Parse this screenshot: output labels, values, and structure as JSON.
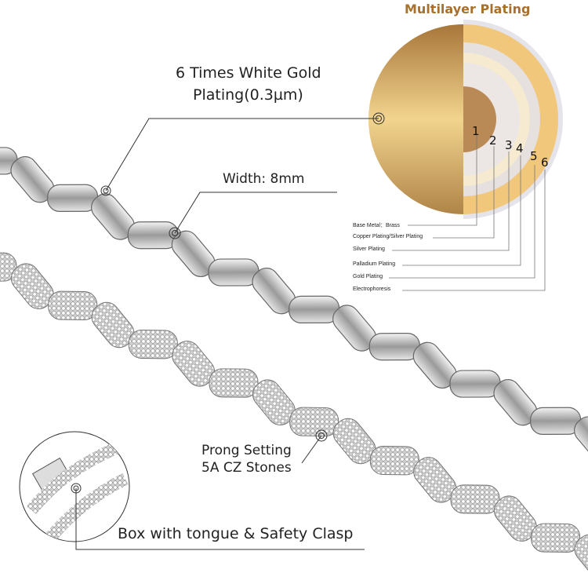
{
  "title": "Multilayer Plating",
  "callouts": {
    "plating_line1": "6 Times White Gold",
    "plating_line2": "Plating(0.3µm)",
    "width": "Width:  8mm",
    "prong_line1": "Prong Setting",
    "prong_line2": "5A CZ Stones",
    "clasp": "Box with tongue & Safety Clasp"
  },
  "layers": [
    {
      "num": "1",
      "label": "Base Metal：Brass"
    },
    {
      "num": "2",
      "label": "Copper Plating/Silver Plating"
    },
    {
      "num": "3",
      "label": "Silver Plating"
    },
    {
      "num": "4",
      "label": "Palladium Plating"
    },
    {
      "num": "5",
      "label": "Gold Plating"
    },
    {
      "num": "6",
      "label": "Electrophoresis"
    }
  ],
  "colors": {
    "title": "#a8702a",
    "gold": "#e8c777",
    "brass": "#b98a55"
  }
}
